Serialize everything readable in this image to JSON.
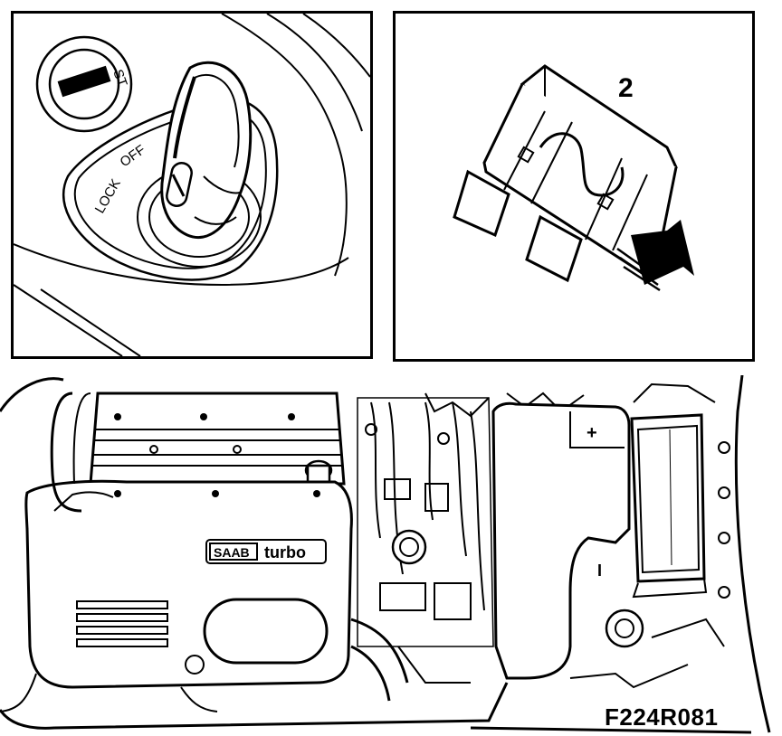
{
  "ignition": {
    "st_label": "ST",
    "lock_label": "LOCK",
    "off_label": "OFF"
  },
  "fuse": {
    "number_label": "2"
  },
  "engine": {
    "brand_label": "SAAB",
    "model_label": "turbo",
    "plus_label": "+",
    "minus_label": "I"
  },
  "figure_code": "F224R081"
}
